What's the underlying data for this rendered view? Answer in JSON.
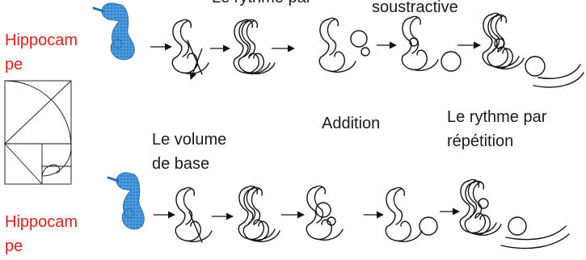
{
  "labels": {
    "top_clipped": "Le rythme par",
    "soustractive": "soustractive",
    "addition": "Addition",
    "rythme_line1": "Le rythme par",
    "rythme_line2": "répétition",
    "volume_line1": "Le volume",
    "volume_line2": "de base"
  },
  "species_label_top": {
    "line1": "Hippocam",
    "line2": "pe"
  },
  "species_label_bottom": {
    "line1": "Hippocam",
    "line2": "pe"
  },
  "colors": {
    "species_label": "#e0201b",
    "seahorse": "#3a8fd6",
    "ink": "#111111"
  }
}
